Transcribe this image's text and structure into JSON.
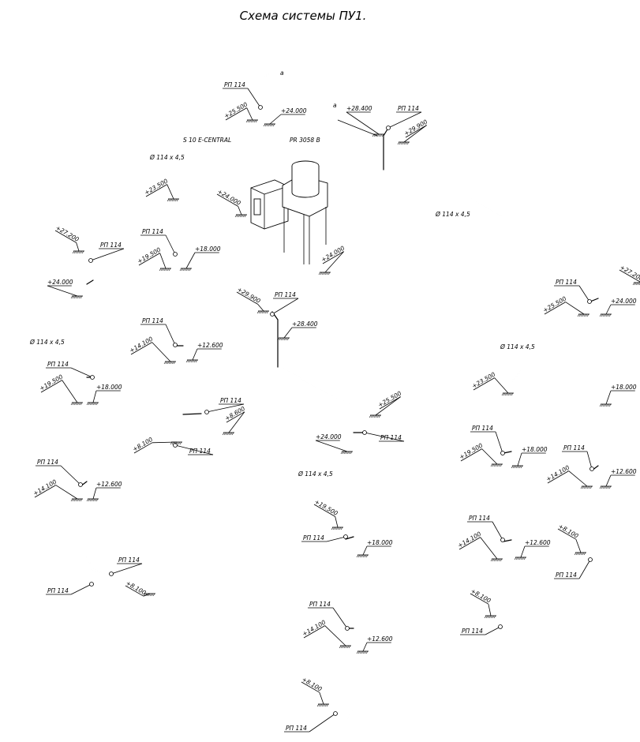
{
  "title": "Схема системы ПУ1.",
  "equipment": {
    "controller": "S 10 E-CENTRAL",
    "tank": "PR 3058 B"
  },
  "break_mark": "a",
  "pipe_spec": "Ø 114 x 4,5",
  "valve_label": "РП 114",
  "levels": {
    "l27200": "+27.200",
    "l24000": "+24.000",
    "l25500": "+25.500",
    "l23500": "+23.500",
    "l28400": "+28.400",
    "l29900": "+29.900",
    "l19500": "+19.500",
    "l18000": "+18.000",
    "l14100": "+14.100",
    "l12600": "+12.600",
    "l8600": "+8.600",
    "l8100": "+8.100"
  }
}
